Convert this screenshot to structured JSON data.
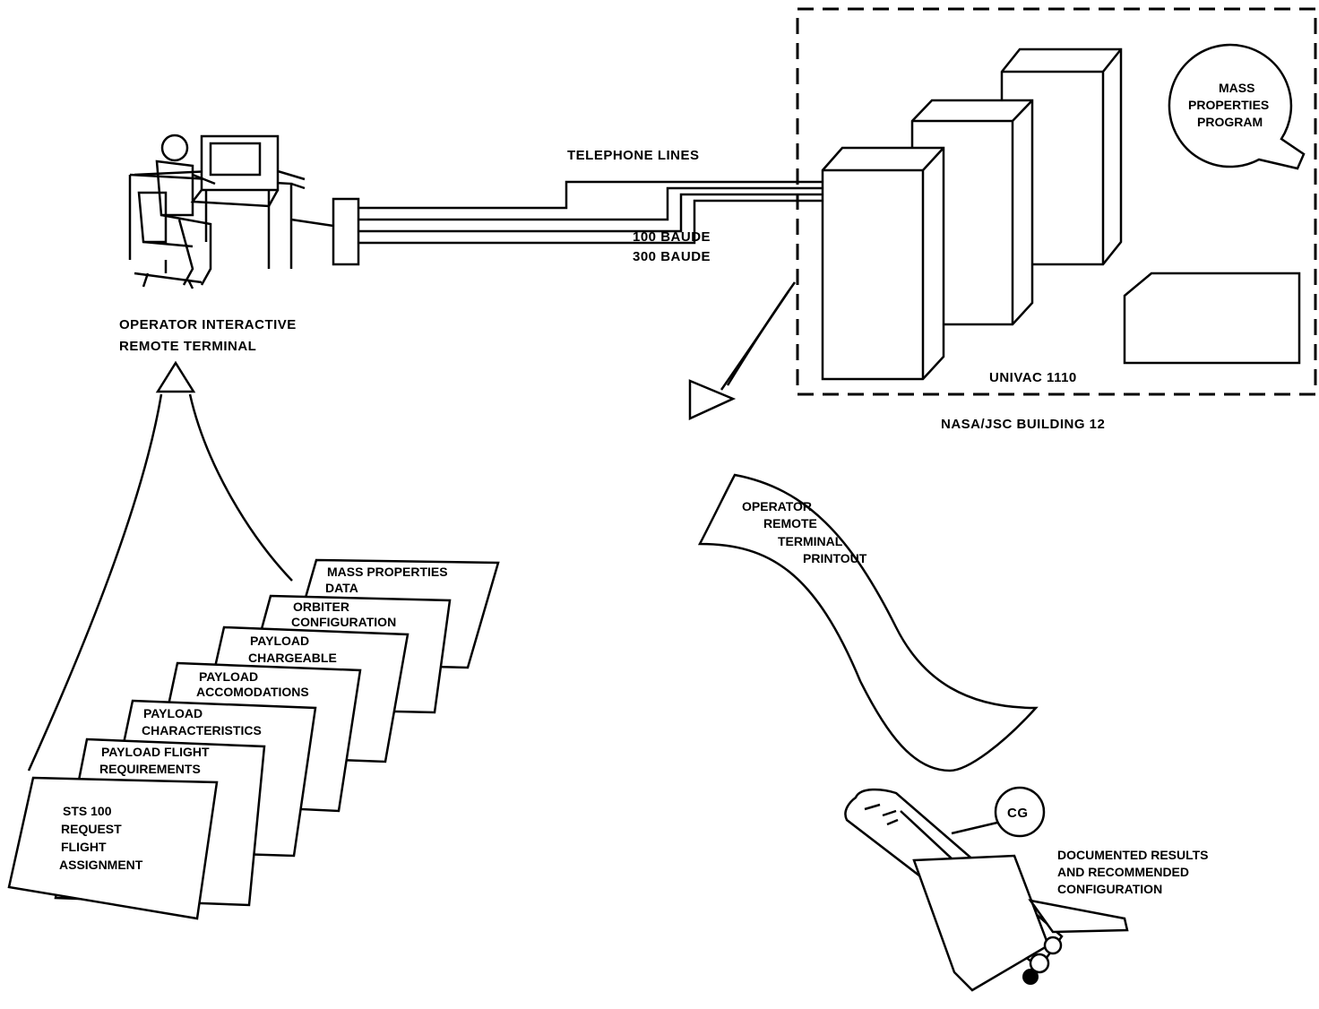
{
  "labels": {
    "operator_terminal": [
      "OPERATOR INTERACTIVE",
      "REMOTE TERMINAL"
    ],
    "telephone_lines": "TELEPHONE LINES",
    "baud_100": "100 BAUDE",
    "baud_300": "300 BAUDE",
    "mass_properties_program": [
      "MASS",
      "PROPERTIES",
      "PROGRAM"
    ],
    "univac": "UNIVAC 1110",
    "building": "NASA/JSC BUILDING 12",
    "printout": [
      "OPERATOR",
      "REMOTE",
      "TERMINAL",
      "PRINTOUT"
    ],
    "cg": "CG",
    "results": [
      "DOCUMENTED RESULTS",
      "AND RECOMMENDED",
      "CONFIGURATION"
    ]
  },
  "documents": [
    {
      "lines": [
        "STS 100",
        "REQUEST",
        "FLIGHT",
        "ASSIGNMENT"
      ]
    },
    {
      "lines": [
        "PAYLOAD FLIGHT",
        "REQUIREMENTS"
      ]
    },
    {
      "lines": [
        "PAYLOAD",
        "CHARACTERISTICS"
      ]
    },
    {
      "lines": [
        "PAYLOAD",
        "ACCOMODATIONS"
      ]
    },
    {
      "lines": [
        "PAYLOAD",
        "CHARGEABLE"
      ]
    },
    {
      "lines": [
        "ORBITER",
        "CONFIGURATION"
      ]
    },
    {
      "lines": [
        "MASS PROPERTIES",
        "DATA"
      ]
    }
  ]
}
